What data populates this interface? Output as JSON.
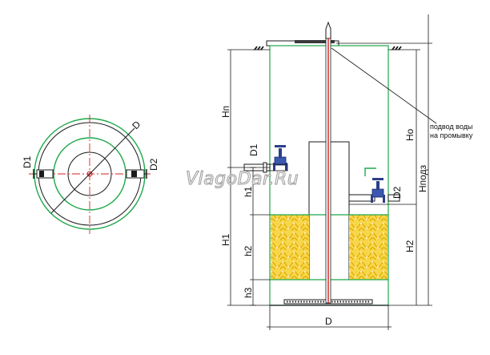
{
  "watermark": "VlagoDar.Ru",
  "plan_view": {
    "labels": {
      "diameter": "D",
      "inlet": "D1",
      "outlet": "D2"
    }
  },
  "section_view": {
    "dimensions": {
      "Hp": "Нп",
      "Ho": "Но",
      "Hpodz": "Нподз",
      "H1": "Н1",
      "H2": "Н2",
      "h1": "h1",
      "h2": "h2",
      "h3": "h3",
      "D1": "D1",
      "D2": "D2",
      "D": "D"
    },
    "callout": {
      "line1": "подвод воды",
      "line2": "на промывку"
    }
  },
  "colors": {
    "outline": "#1a1a1a",
    "green": "#1fa84a",
    "red": "#d42020",
    "gravel": "#f2c21e",
    "valve": "#2b3e8a"
  }
}
